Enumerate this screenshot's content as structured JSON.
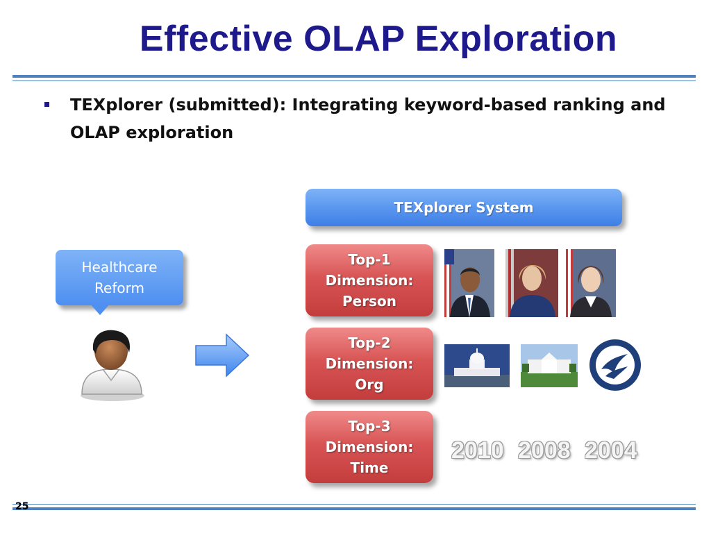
{
  "slide": {
    "title": "Effective OLAP Exploration",
    "bullet": "TEXplorer (submitted): Integrating keyword-based ranking and OLAP exploration",
    "page_number": "25"
  },
  "query_bubble": {
    "line1": "Healthcare",
    "line2": "Reform"
  },
  "system_label": "TEXplorer System",
  "dimensions": [
    {
      "line1": "Top-1",
      "line2": "Dimension:",
      "line3": "Person"
    },
    {
      "line1": "Top-2",
      "line2": "Dimension:",
      "line3": "Org"
    },
    {
      "line1": "Top-3",
      "line2": "Dimension:",
      "line3": "Time"
    }
  ],
  "years": [
    "2010",
    "2008",
    "2004"
  ],
  "colors": {
    "title": "#1f1a8c",
    "rule": "#4f81bd",
    "system_box": "#5a97ef",
    "dimension_box": "#d85555",
    "bubble": "#6aa2f4"
  }
}
